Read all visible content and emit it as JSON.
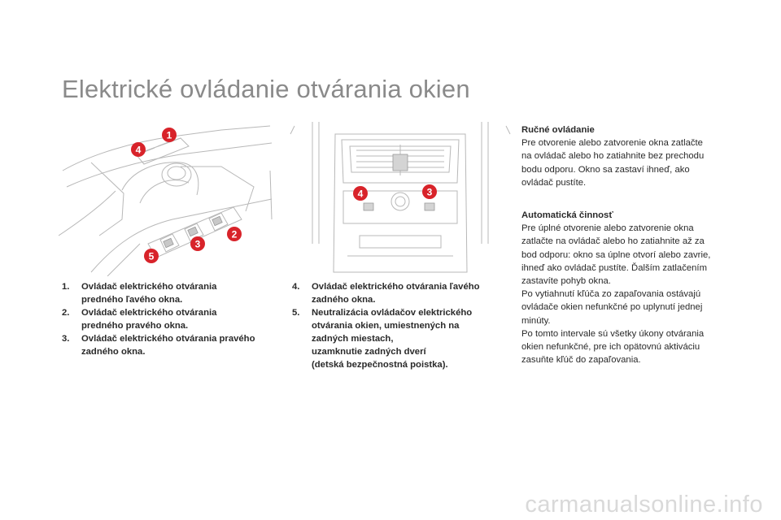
{
  "page_title": "Elektrické ovládanie otvárania okien",
  "left_list": [
    {
      "num": "1.",
      "text": "Ovládač elektrického otvárania\npredného ľavého okna."
    },
    {
      "num": "2.",
      "text": "Ovládač elektrického otvárania\npredného pravého okna."
    },
    {
      "num": "3.",
      "text": "Ovládač elektrického otvárania pravého\nzadného okna."
    }
  ],
  "middle_list": [
    {
      "num": "4.",
      "text": "Ovládač elektrického otvárania ľavého\nzadného okna."
    },
    {
      "num": "5.",
      "text": "Neutralizácia ovládačov elektrického\notvárania okien, umiestnených na\nzadných miestach,\nuzamknutie zadných dverí\n(detská bezpečnostná poistka)."
    }
  ],
  "manual": {
    "heading": "Ručné ovládanie",
    "body": "Pre otvorenie alebo zatvorenie okna zatlačte\nna ovládač alebo ho zatiahnite bez prechodu\nbodu odporu. Okno sa zastaví ihneď, ako\novládač pustíte."
  },
  "automatic": {
    "heading": "Automatická činnosť",
    "body": "Pre úplné otvorenie alebo zatvorenie okna\nzatlačte na ovládač alebo ho zatiahnite až za\nbod odporu: okno sa úplne otvorí alebo zavrie,\nihneď ako ovládač pustíte. Ďalším zatlačením\nzastavíte pohyb okna.\nPo vytiahnutí kľúča zo zapaľovania ostávajú\novládače okien nefunkčné po uplynutí jednej\nminúty.\nPo tomto intervale sú všetky úkony otvárania\nokien nefunkčné, pre ich opätovnú aktiváciu\nzasuňte kľúč do zapaľovania."
  },
  "illustration_left": {
    "badges": [
      "1",
      "4",
      "2",
      "3",
      "5"
    ],
    "badge_color": "#d8232a"
  },
  "illustration_right": {
    "badges": [
      "4",
      "3"
    ],
    "badge_color": "#d8232a"
  },
  "watermark": "carmanualsonline.info"
}
